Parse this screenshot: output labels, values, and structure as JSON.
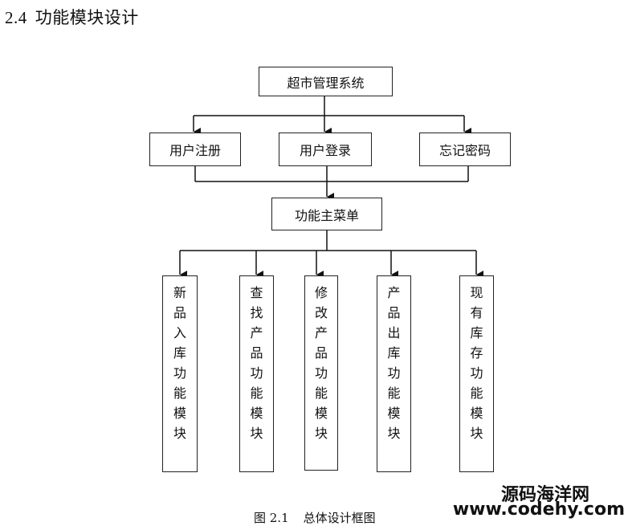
{
  "heading": {
    "number": "2.4",
    "title": "功能模块设计"
  },
  "root": "超市管理系统",
  "level1": [
    "用户注册",
    "用户登录",
    "忘记密码"
  ],
  "menu": "功能主菜单",
  "modules": [
    "新品入库功能模块",
    "查找产品功能模块",
    "修改产品功能模块",
    "产品出库功能模块",
    "现有库存功能模块"
  ],
  "caption": {
    "number": "图 2.1",
    "text": "总体设计框图"
  },
  "watermark": {
    "line1": "源码海洋网",
    "line2": "www.codehy.com"
  }
}
